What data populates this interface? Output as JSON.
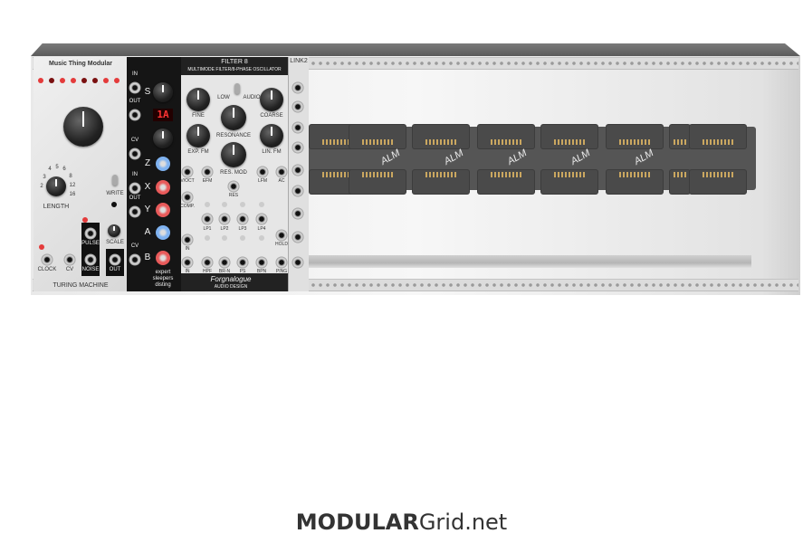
{
  "turing_machine": {
    "maker": "Music Thing Modular",
    "name": "TURING MACHINE",
    "length_label": "LENGTH",
    "length_scale": [
      "2",
      "3",
      "4",
      "5",
      "6",
      "8",
      "12",
      "16"
    ],
    "write_label": "WRITE",
    "scale_label": "SCALE",
    "jacks": [
      "PULSE",
      "NOISE",
      "OUT",
      "CLOCK",
      "CV"
    ]
  },
  "disting": {
    "left_labels": [
      "IN",
      "OUT",
      "CV",
      "IN",
      "OUT",
      "CV"
    ],
    "right_labels": [
      "S",
      "Z",
      "X",
      "Y",
      "A",
      "B"
    ],
    "display": "1A",
    "brand": [
      "expert",
      "sleepers",
      "disting"
    ]
  },
  "filter8": {
    "title": "FILTER 8",
    "subtitle": "MULTIMODE FILTER/8-PHASE OSCILLATOR",
    "toggle_labels": [
      "LOW",
      "AUDIO"
    ],
    "knobs": [
      "FINE",
      "COARSE",
      "RESONANCE",
      "EXP. FM",
      "LIN. FM",
      "RES. MOD"
    ],
    "jacks": [
      "V/OCT",
      "EFM",
      "LFM",
      "AC",
      "RES",
      "COMP.",
      "IN",
      "HOLD",
      "IN",
      "PING"
    ],
    "outputs_top": [
      "LP1",
      "LP2",
      "LP3",
      "LP4"
    ],
    "outputs_bottom": [
      "HPF",
      "BR-N",
      "PS",
      "BPN"
    ],
    "maker": "Forgnalogue",
    "maker_sub": "AUDIO DESIGN"
  },
  "link2": {
    "name": "LINK2"
  },
  "busboard": {
    "logo": "ALM"
  },
  "footer": {
    "brand_bold": "MODULAR",
    "brand_rest": "Grid.net"
  },
  "colors": {
    "led_red": "#e43b3b",
    "blue_button": "#7fb2f0",
    "red_button": "#e85a5a"
  }
}
